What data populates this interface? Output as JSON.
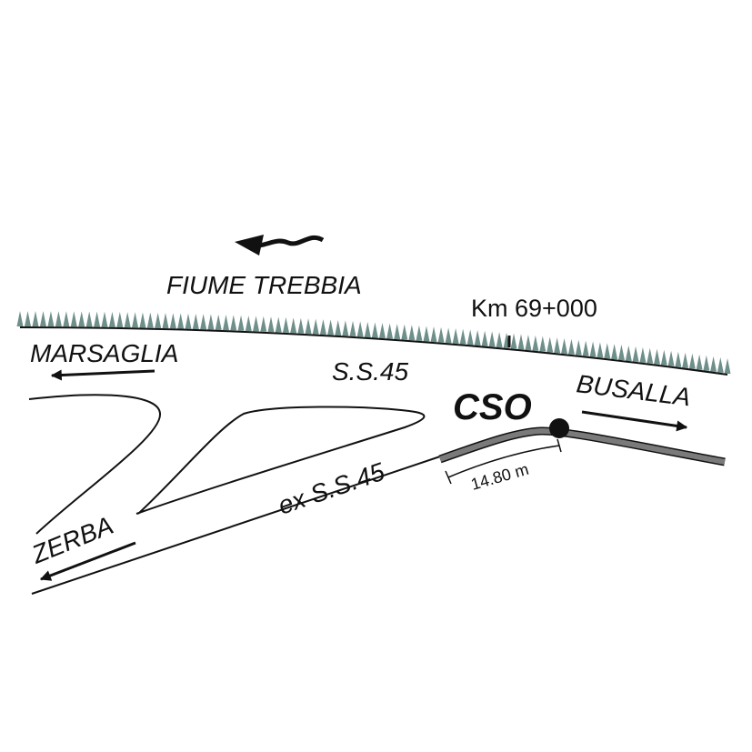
{
  "labels": {
    "river": "FIUME TREBBIA",
    "km_marker": "Km 69+000",
    "west_town": "MARSAGLIA",
    "highway": "S.S.45",
    "station": "CSO",
    "east_town": "BUSALLA",
    "old_highway": "ex S.S.45",
    "south_town": "ZERBA",
    "dimension": "14.80 m"
  },
  "colors": {
    "line": "#111111",
    "riverbank": "#6f8f8a",
    "section": "#7a7a7a",
    "background": "#ffffff"
  },
  "icons": {
    "flow": "wavy-arrow-left-icon",
    "directions": [
      "arrow-left-icon",
      "arrow-right-icon",
      "arrow-down-left-icon"
    ],
    "station": "dot-icon"
  }
}
